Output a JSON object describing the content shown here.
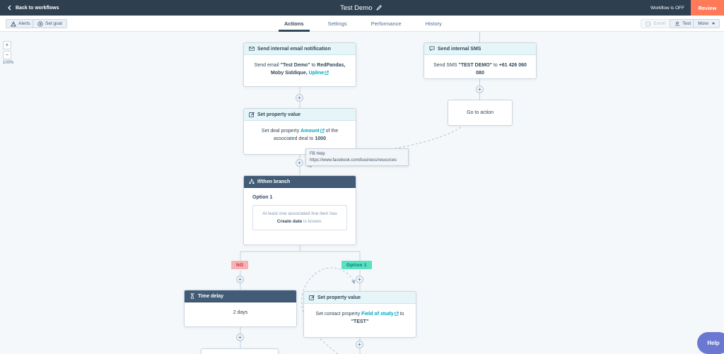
{
  "topbar": {
    "back_label": "Back to workflows",
    "title": "Test Demo",
    "status_label": "Workflow is OFF",
    "review_label": "Review"
  },
  "toolbar": {
    "alerts_label": "Alerts",
    "set_goal_label": "Set goal",
    "tabs": [
      {
        "label": "Actions"
      },
      {
        "label": "Settings"
      },
      {
        "label": "Performance"
      },
      {
        "label": "History"
      }
    ],
    "enroll_label": "Enroll",
    "test_label": "Test",
    "more_label": "More"
  },
  "zoom_controls": {
    "zoom_in": "+",
    "zoom_out": "−",
    "level": "100%"
  },
  "ui": {
    "plus": "+"
  },
  "nodes": {
    "email": {
      "title": "Send internal email notification",
      "pre": "Send email ",
      "quoted": "\"Test Demo\"",
      "to": " to ",
      "recipients": "RedPandas, Moby Siddique,",
      "space": " ",
      "link": "Upline"
    },
    "sms": {
      "title": "Send internal SMS",
      "pre": "Send SMS ",
      "quoted": "\"TEST DEMO\"",
      "to": " to ",
      "number": "+61 426 060 080"
    },
    "goto": {
      "label": "Go to action"
    },
    "deal_property": {
      "title": "Set property value",
      "pre": "Set deal property ",
      "link": "Amount",
      "mid": " of the associated deal to ",
      "value": "1000"
    },
    "tooltip": {
      "title": "FB Help",
      "url": "https://www.facebook.com/business/resources"
    },
    "ifthen": {
      "title": "If/then branch",
      "option": "Option 1",
      "cond_pre": "At least one associated line item has",
      "cond_bold": "Create date",
      "cond_post": " is known."
    },
    "branch_no": "NO",
    "branch_option1": "Option 1",
    "time_delay": {
      "title": "Time delay",
      "body": "2 days"
    },
    "contact_property": {
      "title": "Set property value",
      "pre": "Set contact property ",
      "link": "Field of study",
      "mid": " to ",
      "value": "\"TEST\""
    }
  },
  "help_label": "Help",
  "colors": {
    "topbar_navy": "#2e3f50",
    "accent_orange": "#ff7a59",
    "link_teal": "#00a4bd",
    "header_light_teal": "#e5f5f8",
    "header_dark": "#425b76",
    "badge_no_bg": "#f8b1b5",
    "badge_no_text": "#c0353f",
    "badge_option_bg": "#5be0c2",
    "badge_option_text": "#00786c",
    "help_purple": "#6a78d2",
    "canvas_bg": "#f5f8fa"
  }
}
